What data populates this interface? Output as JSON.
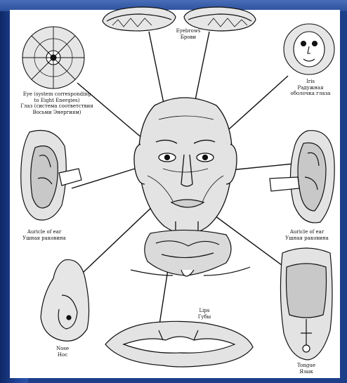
{
  "labels": {
    "eyebrows": {
      "en": "Eyebrows",
      "ru": "Брови"
    },
    "iris": {
      "en": "Iris",
      "ru1": "Радужная",
      "ru2": "оболочка глаза"
    },
    "eye": {
      "en1": "Eye (system corresponding",
      "en2": "to Eight Energies)",
      "ru1": "Глаз (система соответствия",
      "ru2": "Восьми Энергиям)"
    },
    "auricle_left": {
      "en": "Auricle of ear",
      "ru": "Ушная раковина"
    },
    "auricle_right": {
      "en": "Auricle of ear",
      "ru": "Ушная раковина"
    },
    "lips": {
      "en": "Lips",
      "ru": "Губы"
    },
    "nose": {
      "en": "Nose",
      "ru": "Нос"
    },
    "tongue": {
      "en": "Tongue",
      "ru": "Язык"
    }
  },
  "colors": {
    "background": "#1d3f8a",
    "panel": "#ffffff",
    "lineart": "#111111",
    "fill": "#d4d4d4"
  }
}
